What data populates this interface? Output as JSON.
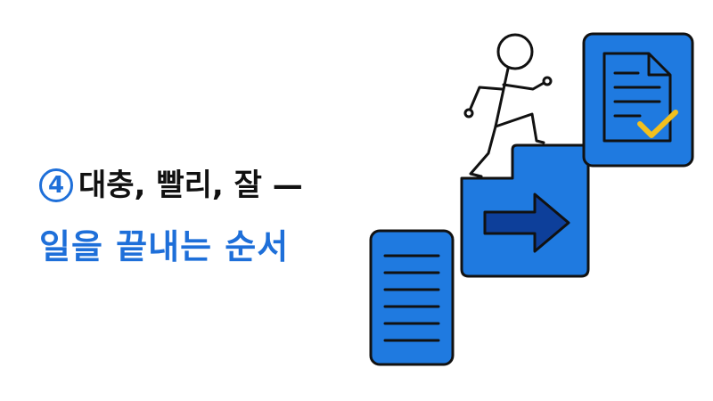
{
  "headline": {
    "number": "4",
    "line1": "대충, 빨리, 잘 —",
    "line2": "일을 끝내는 순서"
  },
  "colors": {
    "accent": "#1e6fd9",
    "card_fill": "#1f7ae0",
    "outline": "#111111",
    "check": "#f2c01e",
    "arrow": "#0d3f9a"
  },
  "illustration": {
    "steps": [
      "document-icon",
      "folder-arrow-icon",
      "document-check-icon"
    ],
    "figure": "stick-figure-climbing"
  }
}
